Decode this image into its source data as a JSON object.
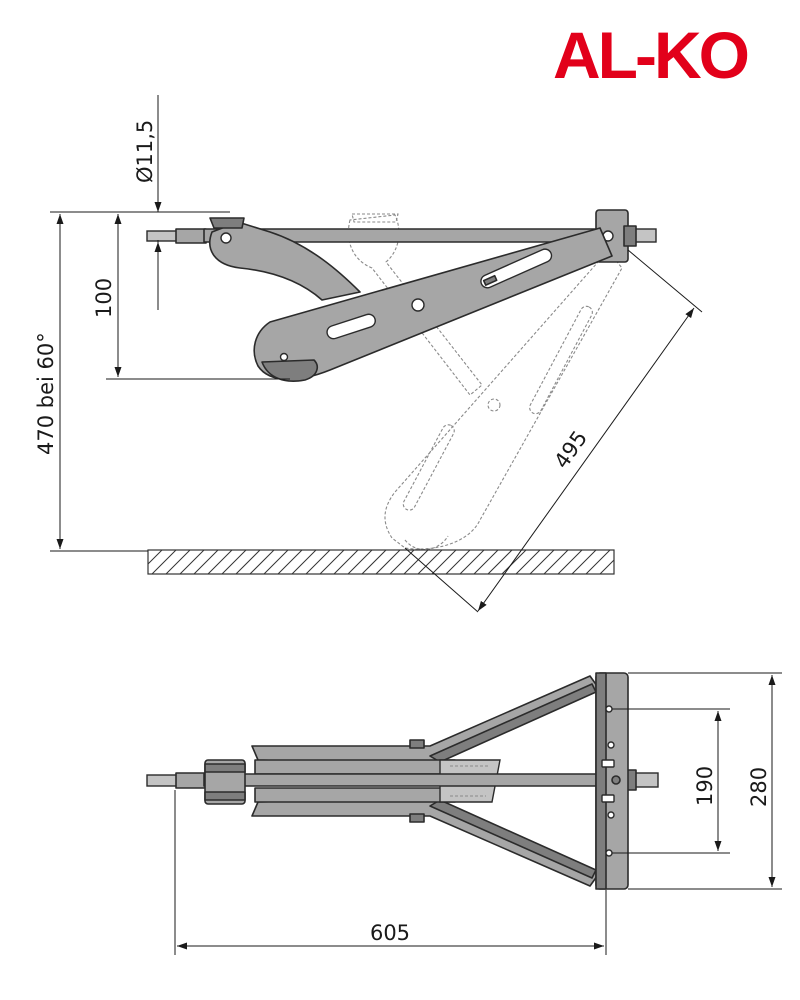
{
  "brand": {
    "logo_text": "AL-KO",
    "logo_color": "#e2001a"
  },
  "side_view": {
    "dim_diameter": "Ø11,5",
    "dim_height_100": "100",
    "dim_height_470": "470 bei 60°",
    "dim_length_495": "495"
  },
  "top_view": {
    "dim_length_605": "605",
    "dim_hole_spacing_190": "190",
    "dim_plate_width_280": "280"
  }
}
